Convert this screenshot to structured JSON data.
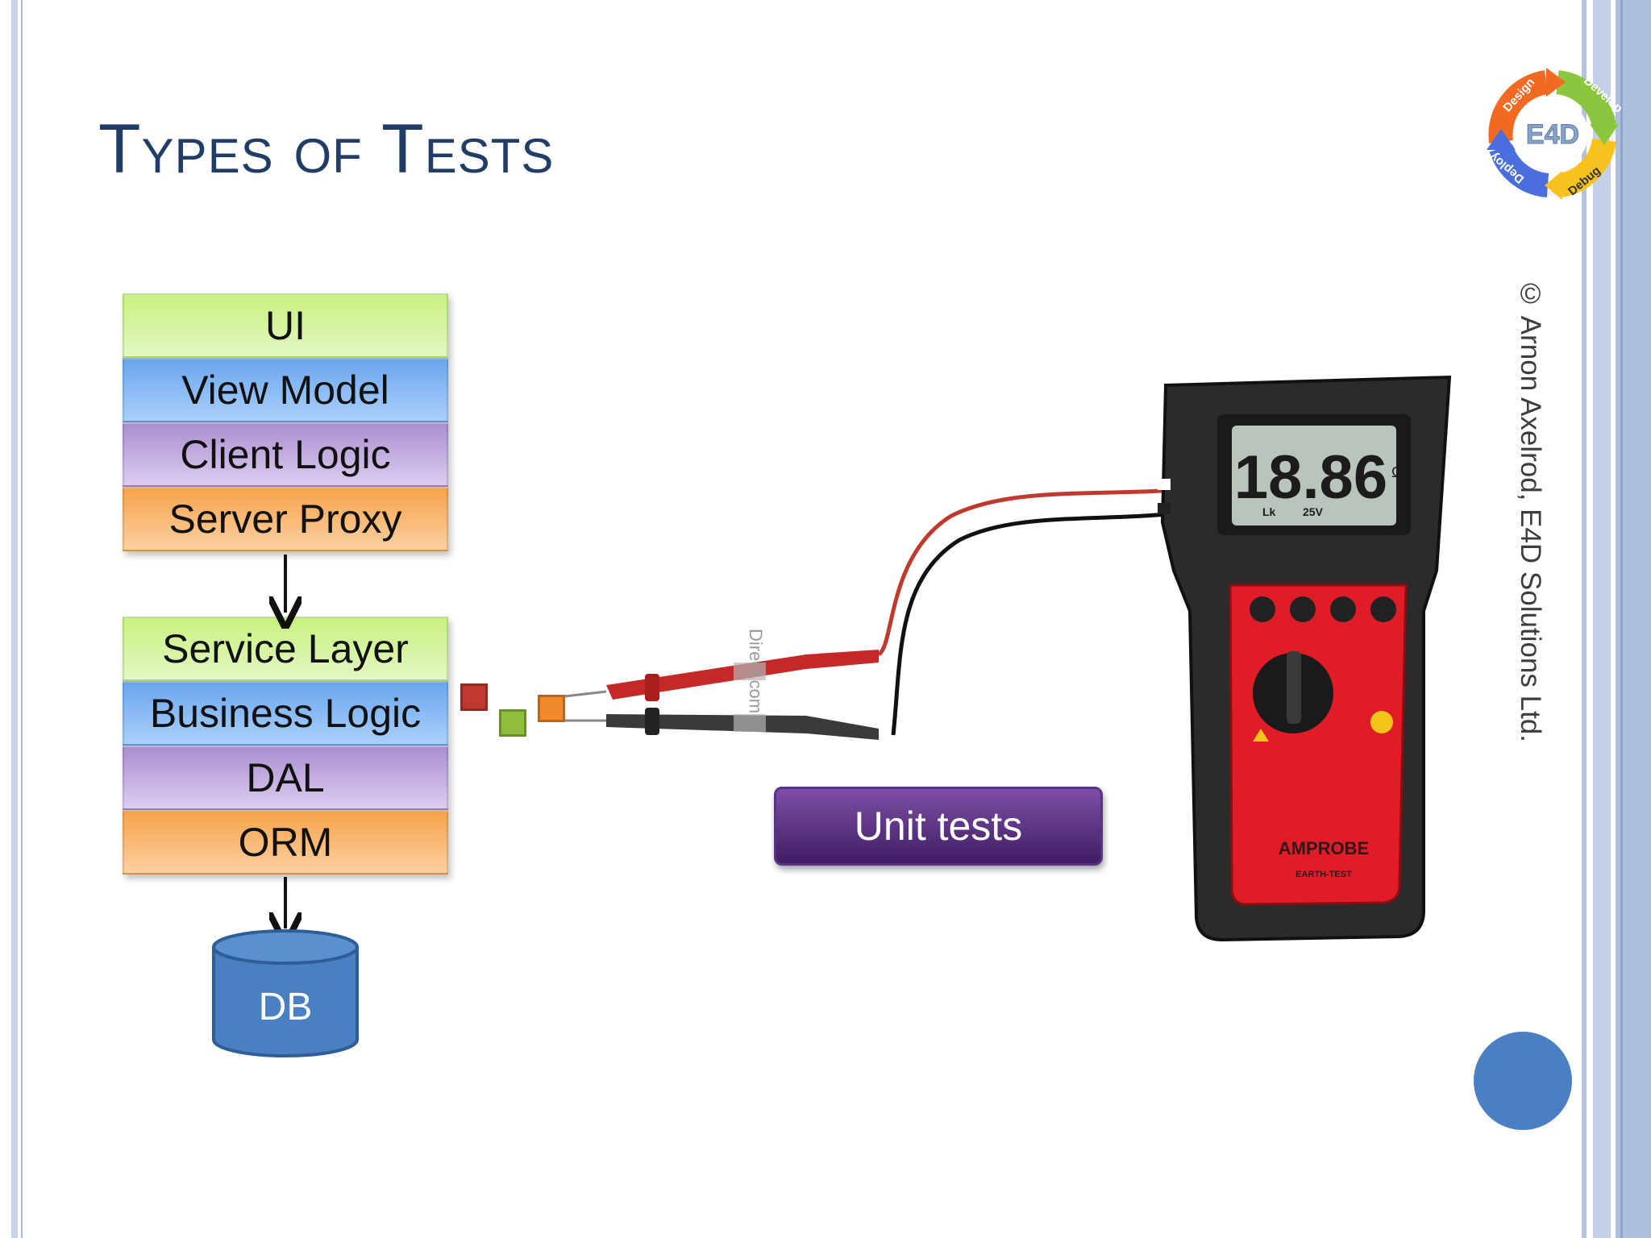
{
  "slide": {
    "title": "Types of Tests",
    "copyright": "© Arnon Axelrod, E4D Solutions Ltd."
  },
  "logo": {
    "center": "E4D",
    "cycle": [
      "Design",
      "Develop",
      "Debug",
      "Deploy"
    ]
  },
  "client_stack": [
    "UI",
    "View Model",
    "Client Logic",
    "Server Proxy"
  ],
  "server_stack": [
    "Service Layer",
    "Business Logic",
    "DAL",
    "ORM"
  ],
  "database": "DB",
  "callout": "Unit tests",
  "meter": {
    "reading": "18.86",
    "unit": "Ω",
    "brand": "AMPROBE",
    "model": "EARTH-TEST",
    "display_small": [
      "Lk",
      "25V"
    ]
  },
  "colors": {
    "title": "#1f3d66",
    "green_layer": "#c8f27e",
    "blue_layer": "#6aa6ef",
    "purple_layer": "#a98fd0",
    "orange_layer": "#f7a34b",
    "db": "#4a7fc1",
    "callout": "#5a3484",
    "meter_red": "#e01c26"
  }
}
